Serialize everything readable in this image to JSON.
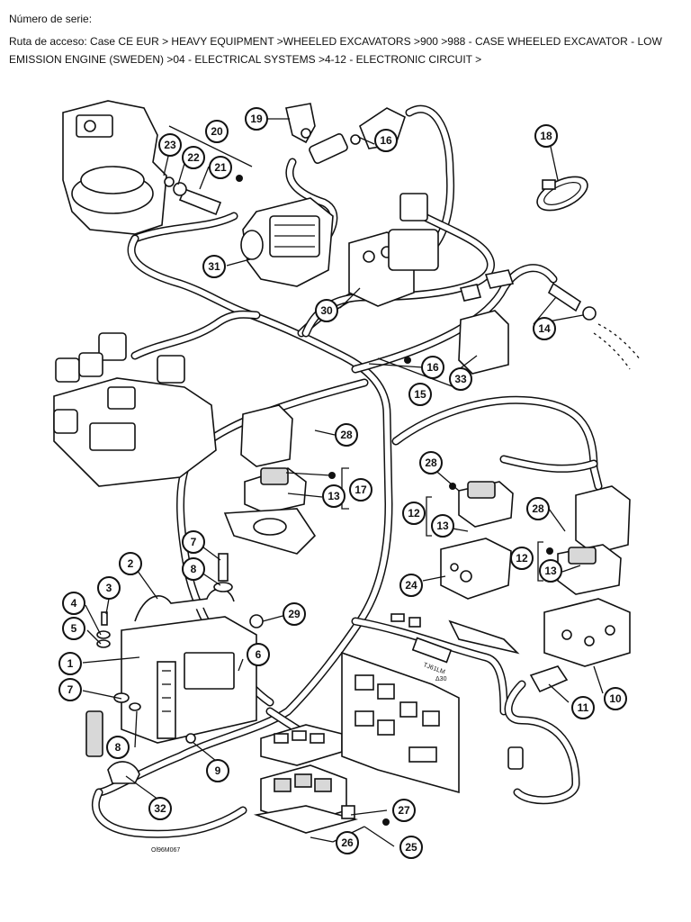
{
  "header": {
    "serial_label": "Número de serie:",
    "path_line1": "Ruta de acceso: Case CE EUR > HEAVY EQUIPMENT >WHEELED EXCAVATORS >900 >988 - CASE WHEELED EXCAVATOR - LOW",
    "path_line2": "EMISSION ENGINE (SWEDEN) >04 - ELECTRICAL SYSTEMS >4-12 - ELECTRONIC CIRCUIT >"
  },
  "diagram": {
    "callouts": [
      "1",
      "2",
      "3",
      "4",
      "5",
      "6",
      "7",
      "7",
      "8",
      "8",
      "9",
      "10",
      "11",
      "12",
      "12",
      "13",
      "13",
      "13",
      "14",
      "15",
      "16",
      "16",
      "17",
      "18",
      "19",
      "20",
      "21",
      "22",
      "23",
      "24",
      "25",
      "26",
      "27",
      "28",
      "28",
      "28",
      "29",
      "30",
      "31",
      "32",
      "33"
    ],
    "drawing_code": "Ol96M067",
    "small_note": "Δ30",
    "plate_code": "TJ61LM"
  }
}
